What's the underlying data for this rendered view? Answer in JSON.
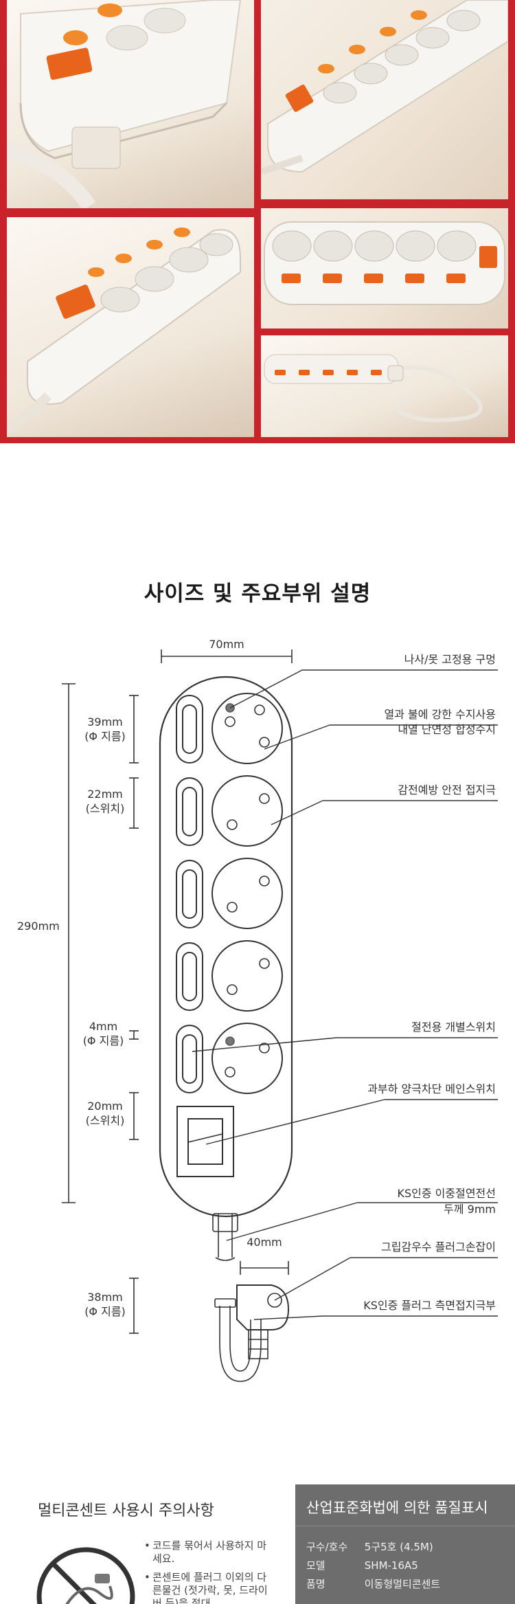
{
  "diagram": {
    "title": "사이즈 및 주요부위 설명",
    "dimensions": {
      "width_top": "70mm",
      "length_total": "290mm",
      "socket_dia": "39mm",
      "socket_dia_note": "(Φ 지름)",
      "switch_small": "22mm",
      "switch_small_note": "(스위치)",
      "led_dia": "4mm",
      "led_dia_note": "(Φ 지름)",
      "switch_main": "20mm",
      "switch_main_note": "(스위치)",
      "plug_width": "40mm",
      "plug_dia": "38mm",
      "plug_dia_note": "(Φ 지름)"
    },
    "callouts": {
      "screw_hole": "나사/못 고정용 구멍",
      "resin_line1": "열과 불에 강한 수지사용",
      "resin_line2": "내열 난연성 합성수지",
      "ground": "감전예방 안전 접지극",
      "individual_switch": "절전용 개별스위치",
      "main_switch": "과부하 양극차단 메인스위치",
      "cable_line1": "KS인증 이중절연전선",
      "cable_line2": "두께 9mm",
      "grip": "그립감우수 플러그손잡이",
      "plug_ground": "KS인증 플러그 측면접지극부"
    }
  },
  "caution": {
    "title": "멀티콘센트 사용시 주의사항",
    "items": [
      "코드를 묶어서 사용하지 마세요.",
      "콘센트에 플러그 이외의 다른물건 (젓가락, 못, 드라이버 등)을 절대"
    ]
  },
  "quality": {
    "title": "산업표준화법에 의한 품질표시",
    "rows": [
      {
        "key": "구수/호수",
        "value": "5구5호 (4.5M)"
      },
      {
        "key": "모델",
        "value": "SHM-16A5"
      },
      {
        "key": "품명",
        "value": "이동형멀티콘센트"
      }
    ]
  },
  "colors": {
    "frame_red": "#c8222a",
    "switch_orange": "#e8641c",
    "quality_panel": "#6d6d6d",
    "line": "#333333"
  }
}
